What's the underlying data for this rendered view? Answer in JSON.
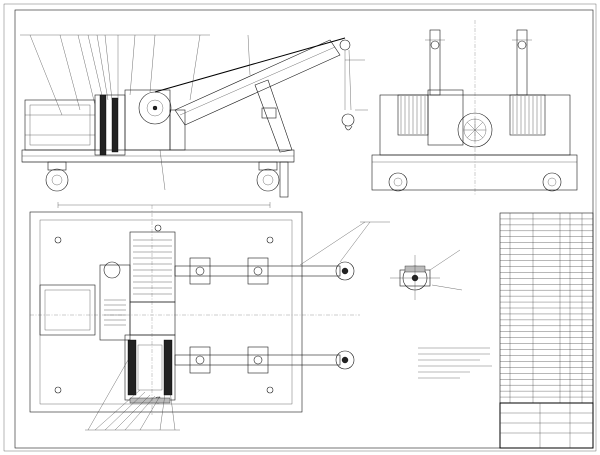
{
  "drawing": {
    "title": "",
    "title_block": {
      "name": "",
      "sheet": ""
    },
    "note_lines": [
      "",
      "",
      "",
      "",
      "",
      ""
    ]
  },
  "views": [
    "front-elevation",
    "side-elevation",
    "plan-view",
    "detail-view"
  ],
  "parts_list_rows": 32,
  "leader_count_front": 14,
  "leader_count_plan": 10
}
